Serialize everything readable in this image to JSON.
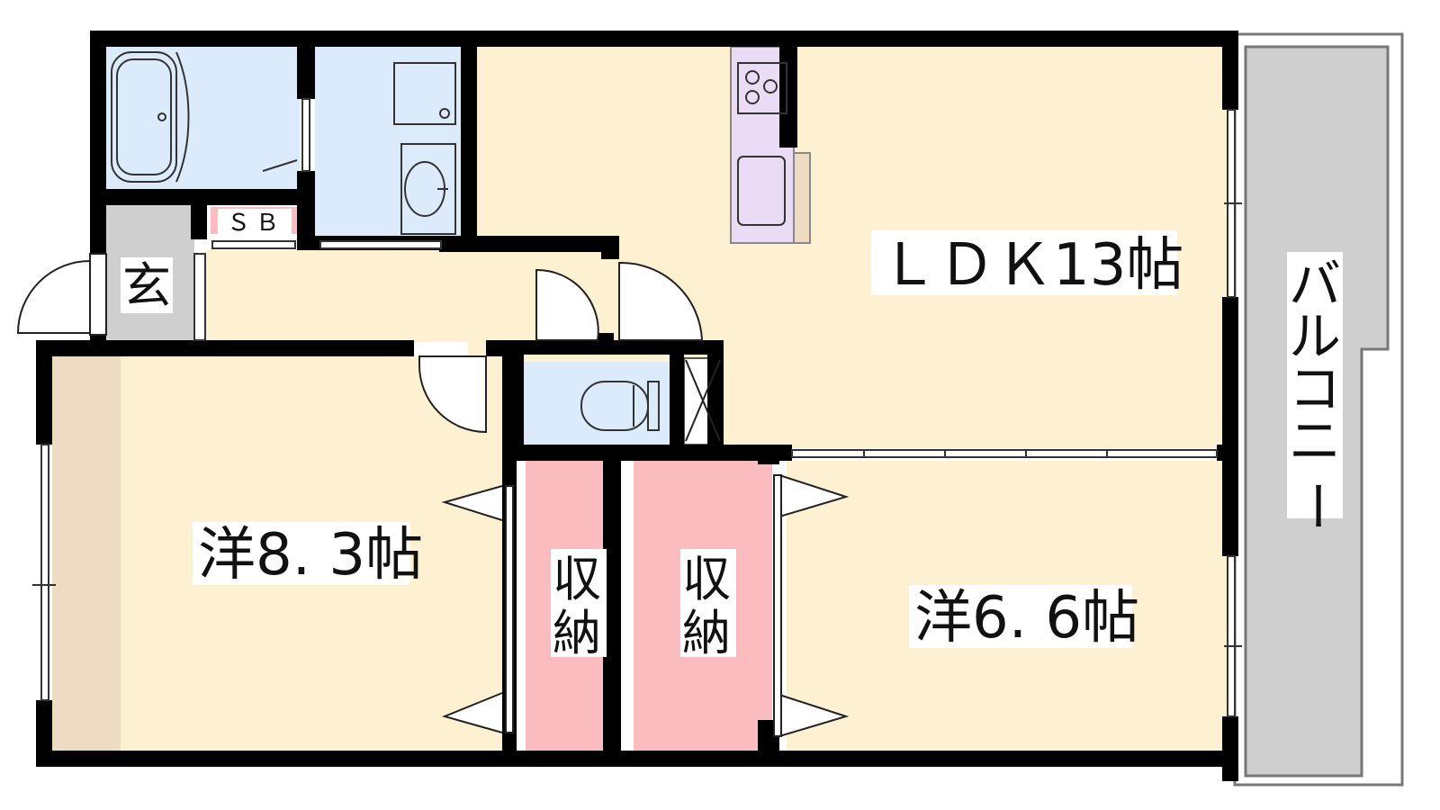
{
  "plan": {
    "rooms": {
      "ldk": "ＬＤＫ13帖",
      "western_a": "洋8. 3帖",
      "western_b": "洋6. 6帖",
      "storage_a": [
        "収",
        "納"
      ],
      "storage_b": [
        "収",
        "納"
      ],
      "entrance": "玄",
      "shoe_box": "ＳＢ",
      "balcony": [
        "バ",
        "ル",
        "コ",
        "ニ",
        "ー"
      ]
    },
    "colors": {
      "floor": "#fdf1d2",
      "wet_area": "#dcebfb",
      "kitchen": "#eadcf4",
      "storage": "#fbbcc0",
      "entrance": "#cfcfcf",
      "balcony": "#cfcfcf",
      "shoe_box": "#fbbcc0",
      "closet_strip": "#eedcc2",
      "wall": "#000000"
    }
  }
}
